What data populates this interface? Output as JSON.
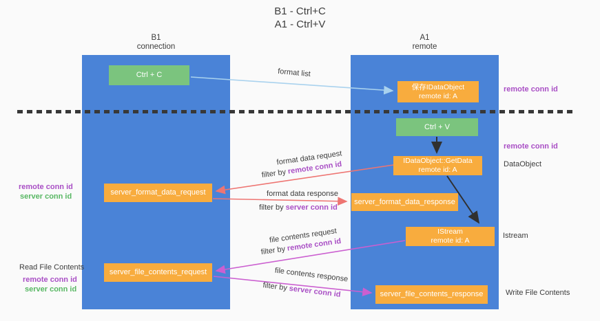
{
  "title": {
    "line1": "B1 - Ctrl+C",
    "line2": "A1 - Ctrl+V"
  },
  "lanes": {
    "left": {
      "title": "B1",
      "subtitle": "connection"
    },
    "right": {
      "title": "A1",
      "subtitle": "remote"
    }
  },
  "boxes": {
    "ctrl_c": {
      "label": "Ctrl + C"
    },
    "ctrl_v": {
      "label": "Ctrl + V"
    },
    "save_dataobject": {
      "line1": "保存IDataObject",
      "line2": "remote id: A"
    },
    "getdata": {
      "line1": "IDataObject::GetData",
      "line2": "remote id: A"
    },
    "istream": {
      "line1": "IStream",
      "line2": "remote id: A"
    },
    "format_request": {
      "label": "server_format_data_request"
    },
    "format_response": {
      "label": "server_format_data_response"
    },
    "file_request": {
      "label": "server_file_contents_request"
    },
    "file_response": {
      "label": "server_file_contents_response"
    }
  },
  "flows": {
    "format_list": "format list",
    "format_data_request": "format data request",
    "format_data_response": "format data response",
    "file_contents_request": "file contents request",
    "file_contents_response": "file contents response",
    "filter_by": "filter by",
    "remote_conn_id": "remote conn id",
    "server_conn_id": "server conn id"
  },
  "annotations": {
    "remote_conn_id_right_top": "remote conn id",
    "remote_conn_id_right_mid": "remote conn id",
    "dataobject": "DataObject",
    "istream": "Istream",
    "write_file_contents": "Write File Contents",
    "remote_conn_id_left_top": "remote conn id",
    "server_conn_id_left_top": "server conn id",
    "read_file_contents": "Read File Contents",
    "remote_conn_id_left_bottom": "remote conn id",
    "server_conn_id_left_bottom": "server conn id"
  },
  "colors": {
    "lane_blue": "#4a83d7",
    "box_orange": "#f8ac3e",
    "box_green": "#7bc47e",
    "arrow_red": "#ee7572",
    "arrow_magenta": "#cb5fd0",
    "arrow_lightblue": "#a9d2ee",
    "arrow_black": "#303030",
    "label_purple": "#a94fc5",
    "label_green": "#58b763"
  }
}
